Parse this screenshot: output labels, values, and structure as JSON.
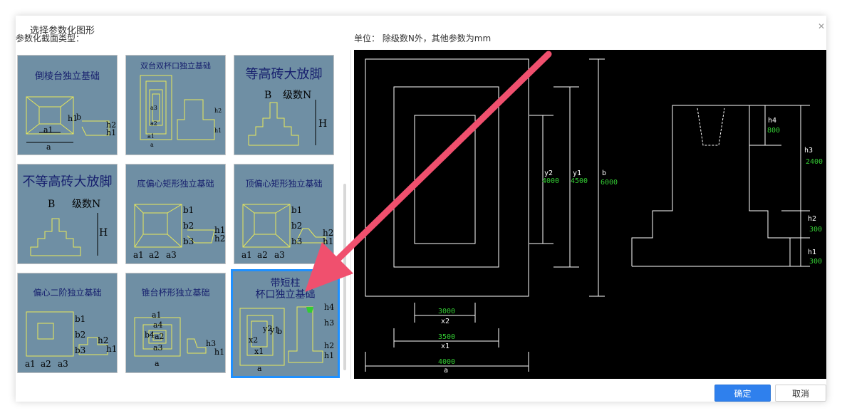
{
  "dialog": {
    "title": "选择参数化图形",
    "close_glyph": "✕",
    "section_label": "参数化截面类型：",
    "unit_label": "单位：  除级数N外，其他参数为mm",
    "ok_label": "确定",
    "cancel_label": "取消"
  },
  "thumbnails": [
    {
      "name": "倒棱台独立基础",
      "labels": [
        "h1",
        "b",
        "h2",
        "h1",
        "a1",
        "a"
      ]
    },
    {
      "name": "双台双杯口独立基础",
      "labels": [
        "a3",
        "a2",
        "a1",
        "a",
        "h2",
        "h1"
      ]
    },
    {
      "name": "等高砖大放脚",
      "labels": [
        "B",
        "级数N",
        "H"
      ]
    },
    {
      "name": "不等高砖大放脚",
      "labels": [
        "B",
        "级数N",
        "H"
      ]
    },
    {
      "name": "底偏心矩形独立基础",
      "labels": [
        "b1",
        "b2",
        "b3",
        "h1",
        "h2",
        "a1",
        "a2",
        "a3"
      ]
    },
    {
      "name": "顶偏心矩形独立基础",
      "labels": [
        "b1",
        "b2",
        "b3",
        "h2",
        "h1",
        "a1",
        "a2",
        "a3"
      ]
    },
    {
      "name": "偏心二阶独立基础",
      "labels": [
        "b1",
        "b2",
        "b3",
        "h2",
        "h1",
        "a1",
        "a2",
        "a3"
      ]
    },
    {
      "name": "锥台杯形独立基础",
      "labels": [
        "a1",
        "a4",
        "b4",
        "a2",
        "a3",
        "a",
        "h3",
        "h1"
      ]
    },
    {
      "name_line1": "带短柱",
      "name_line2": "杯口独立基础",
      "labels": [
        "x2",
        "x1",
        "y2",
        "y1",
        "b",
        "a",
        "h4",
        "h3",
        "h2",
        "h1"
      ]
    }
  ],
  "drawing": {
    "x2_label": "x2",
    "x2_value": "3000",
    "x1_label": "x1",
    "x1_value": "3500",
    "a_label": "a",
    "a_value": "4000",
    "y2_label": "y2",
    "y2_value": "4000",
    "y1_label": "y1",
    "y1_value": "4500",
    "b_label": "b",
    "b_value": "6000",
    "h4_label": "h4",
    "h4_value": "800",
    "h3_label": "h3",
    "h3_value": "2400",
    "h2_label": "h2",
    "h2_value": "300",
    "h1_label": "h1",
    "h1_value": "300"
  },
  "colors": {
    "accent": "#2f80ed",
    "selection": "#1e90ff",
    "thumb_bg": "#6f8fa4",
    "line_yellow": "#e8e85a",
    "value_green": "#33cc33",
    "arrow": "#f0506e"
  }
}
